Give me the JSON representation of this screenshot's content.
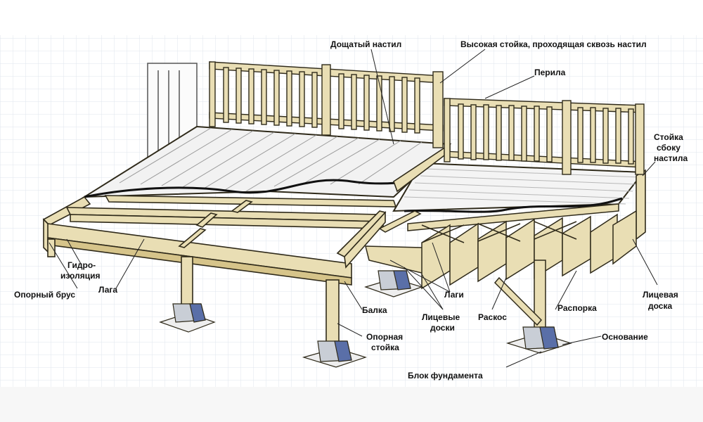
{
  "colors": {
    "background": "#ffffff",
    "grid": "#dfe6ee",
    "wood": "#e9deb4",
    "wood_dark": "#d6c48a",
    "outline": "#2f2a1a",
    "deck_old": "#eeeeee",
    "concrete": "#c9ced6",
    "base_block": "#5a6fa8",
    "accent_line": "#111111"
  },
  "labels": {
    "doshchaty_nastil": "Дощатый настил",
    "vysokaya_stoyka": "Высокая стойка, проходящая сквозь настил",
    "perila": "Перила",
    "stoyka_sboku_1": "Стойка",
    "stoyka_sboku_2": "сбоку",
    "stoyka_sboku_3": "настила",
    "gidroizolyaciya_1": "Гидро-",
    "gidroizolyaciya_2": "изоляция",
    "oporny_brus": "Опорный брус",
    "laga": "Лага",
    "balka": "Балка",
    "opornaya_stoyka_1": "Опорная",
    "opornaya_stoyka_2": "стойка",
    "lagi": "Лаги",
    "licevye_doski_1": "Лицевые",
    "licevye_doski_2": "доски",
    "raskos": "Раскос",
    "raspora": "Распорка",
    "licevaya_doska_1": "Лицевая",
    "licevaya_doska_2": "доска",
    "osnovanie": "Основание",
    "blok_fundamenta": "Блок фундамента"
  },
  "icons": [
    "deck-structure-drawing",
    "foundation-block",
    "railing",
    "leader-line"
  ]
}
